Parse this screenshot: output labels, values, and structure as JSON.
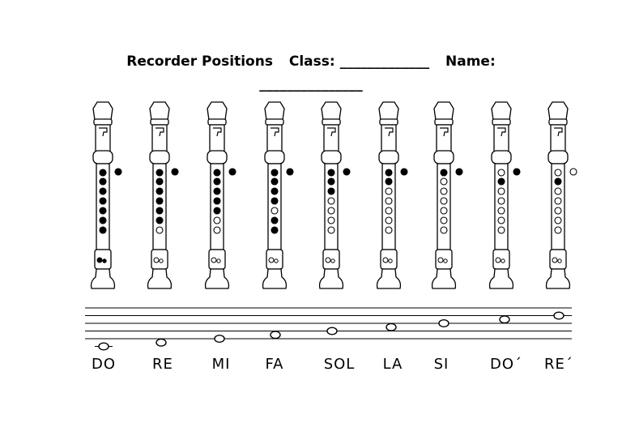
{
  "header": {
    "title": "Recorder Positions",
    "class_label": "Class:",
    "class_blank": "_____________",
    "name_label": "Name:",
    "name_blank": "_______________"
  },
  "fingerings": [
    {
      "note": "DO",
      "thumb": 1,
      "holes": [
        1,
        1,
        1,
        1,
        1,
        1,
        1
      ],
      "bottom": "closed"
    },
    {
      "note": "RE",
      "thumb": 1,
      "holes": [
        1,
        1,
        1,
        1,
        1,
        1,
        0
      ],
      "bottom": "open"
    },
    {
      "note": "MI",
      "thumb": 1,
      "holes": [
        1,
        1,
        1,
        1,
        1,
        0,
        0
      ],
      "bottom": "open"
    },
    {
      "note": "FA",
      "thumb": 1,
      "holes": [
        1,
        1,
        1,
        1,
        0,
        1,
        1
      ],
      "bottom": "open"
    },
    {
      "note": "SOL",
      "thumb": 1,
      "holes": [
        1,
        1,
        1,
        0,
        0,
        0,
        0
      ],
      "bottom": "open"
    },
    {
      "note": "LA",
      "thumb": 1,
      "holes": [
        1,
        1,
        0,
        0,
        0,
        0,
        0
      ],
      "bottom": "open"
    },
    {
      "note": "SI",
      "thumb": 1,
      "holes": [
        1,
        0,
        0,
        0,
        0,
        0,
        0
      ],
      "bottom": "open"
    },
    {
      "note": "DO´",
      "thumb": 1,
      "holes": [
        0,
        1,
        0,
        0,
        0,
        0,
        0
      ],
      "bottom": "open"
    },
    {
      "note": "RE´",
      "thumb": 0,
      "holes": [
        0,
        1,
        0,
        0,
        0,
        0,
        0
      ],
      "bottom": "open"
    }
  ],
  "staff": {
    "note_steps": [
      -2,
      -1,
      0,
      1,
      2,
      3,
      4,
      5,
      6
    ]
  }
}
